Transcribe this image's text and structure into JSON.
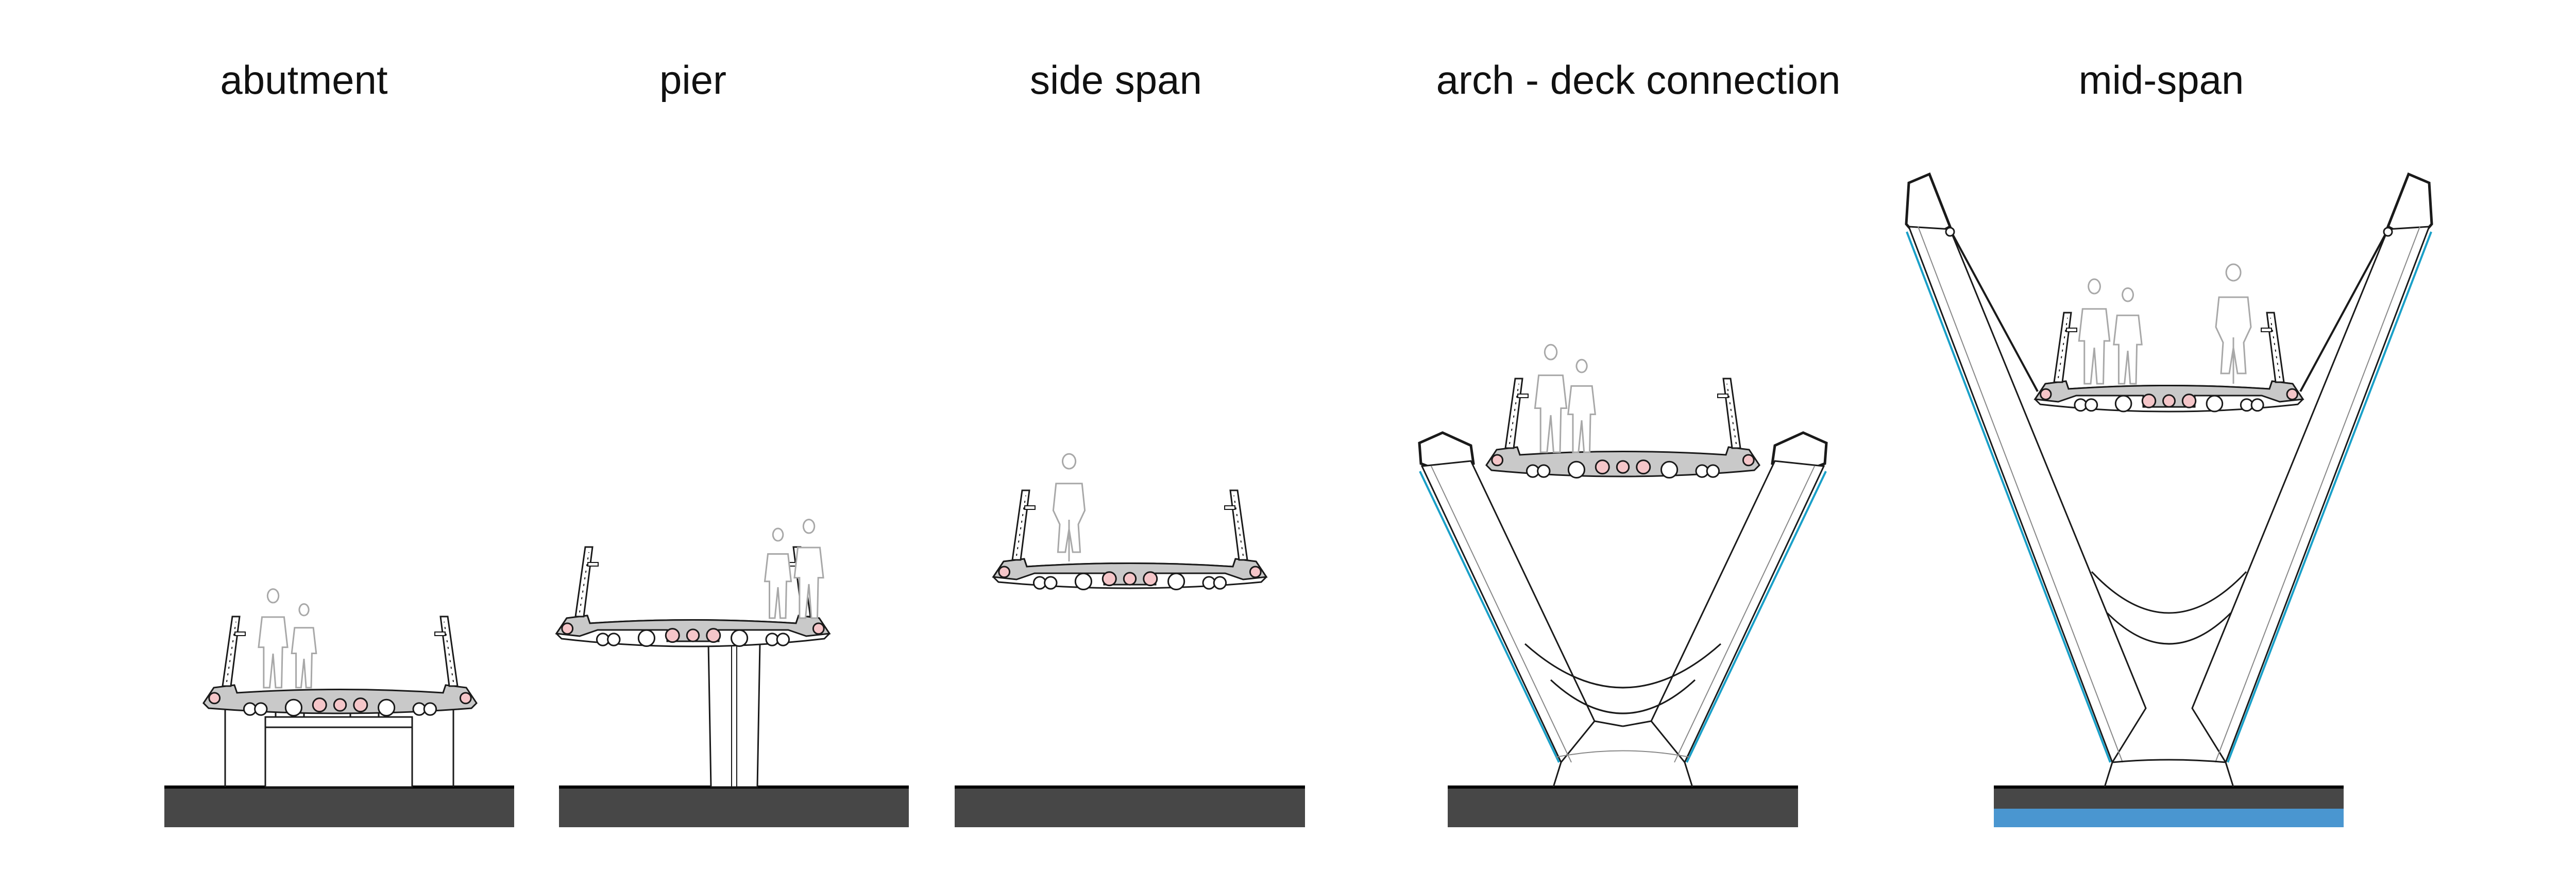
{
  "sections": [
    {
      "title": "abutment"
    },
    {
      "title": "pier"
    },
    {
      "title": "side span"
    },
    {
      "title": "arch - deck connection"
    },
    {
      "title": "mid-span"
    }
  ],
  "colors": {
    "ground": "#474747",
    "water": "#4a96d0",
    "deck": "#c9c9c9",
    "hole_light": "#f5c6c9",
    "outline": "#1a1a1a",
    "people": "#a8a8a8",
    "arch_edge": "#1aa0c8"
  }
}
